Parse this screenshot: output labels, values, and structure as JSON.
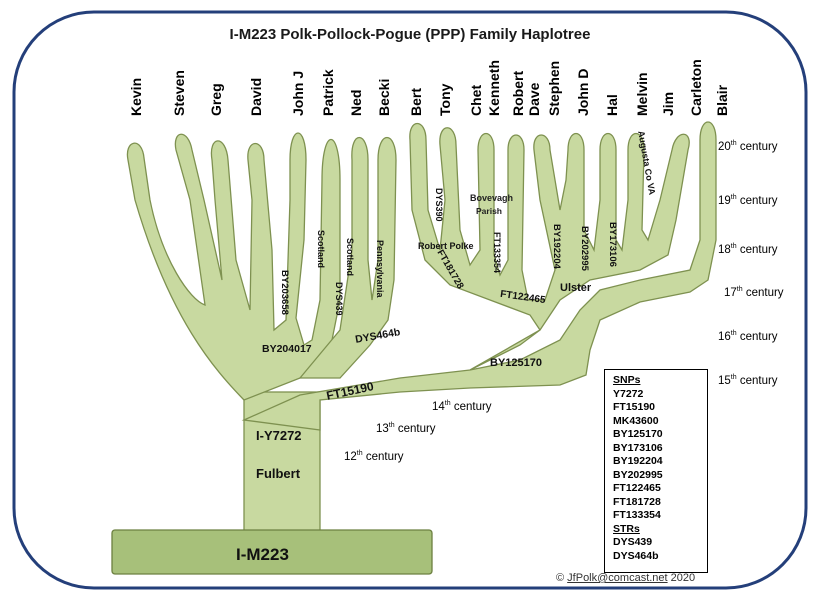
{
  "title": "I-M223 Polk-Pollock-Pogue (PPP) Family Haplotree",
  "names": [
    "Kevin",
    "Steven",
    "Greg",
    "David",
    "John J",
    "Patrick",
    "Ned",
    "Becki",
    "Bert",
    "Tony",
    "Chet",
    "Kenneth",
    "Robert",
    "Dave",
    "Stephen",
    "John D",
    "Hal",
    "Melvin",
    "Jim",
    "Carleton",
    "Blair"
  ],
  "centuries": [
    {
      "num": "20",
      "suffix": "th",
      "word": "century"
    },
    {
      "num": "19",
      "suffix": "th",
      "word": "century"
    },
    {
      "num": "18",
      "suffix": "th",
      "word": "century"
    },
    {
      "num": "17",
      "suffix": "th",
      "word": "century"
    },
    {
      "num": "16",
      "suffix": "th",
      "word": "century"
    },
    {
      "num": "15",
      "suffix": "th",
      "word": "century"
    },
    {
      "num": "14",
      "suffix": "th",
      "word": "century"
    },
    {
      "num": "13",
      "suffix": "th",
      "word": "century"
    },
    {
      "num": "12",
      "suffix": "th",
      "word": "century"
    }
  ],
  "branch_labels": {
    "root": "I-M223",
    "fulbert": "Fulbert",
    "iy7272": "I-Y7272",
    "ft15190": "FT15190",
    "by125170": "BY125170",
    "by204017": "BY204017",
    "dys464b": "DYS464b",
    "ulster": "Ulster",
    "ft122465": "FT122465",
    "ft181728": "FT181728",
    "robert_polke": "Robert Polke",
    "bovevagh": "Bovevagh",
    "parish": "Parish",
    "by203658": "BY203658",
    "dys439": "DYS439",
    "scotland1": "Scotland",
    "scotland2": "Scotland",
    "pennsylvania": "Pennsylvania",
    "dys390": "DYS390",
    "ft133354": "FT133354",
    "by192204": "BY192204",
    "by202995": "BY202995",
    "by173106": "BY173106",
    "augusta": "Augusta Co VA"
  },
  "legend": {
    "snps_header": "SNPs",
    "snps": [
      "Y7272",
      "FT15190",
      "MK43600",
      "BY125170",
      "BY173106",
      "BY192204",
      "BY202995",
      "FT122465",
      "FT181728",
      "FT133354"
    ],
    "strs_header": "STRs",
    "strs": [
      "DYS439",
      "DYS464b"
    ]
  },
  "copyright": {
    "symbol": "©",
    "email": "JfPolk@comcast.net",
    "year": "2020"
  },
  "colors": {
    "tree_fill": "#c8d9a0",
    "tree_stroke": "#7e9150",
    "frame": "#243f7a",
    "root_fill": "#a7c07a"
  }
}
